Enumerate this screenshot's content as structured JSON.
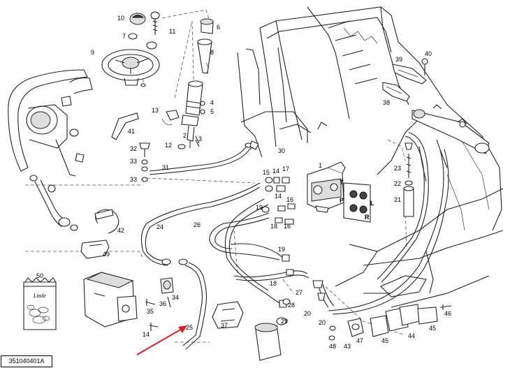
{
  "drawing_number": "351040401A",
  "kit_brand": "Linde",
  "port_letters": [
    "T",
    "P",
    "L",
    "R"
  ],
  "callouts": [
    {
      "id": "c10",
      "text": "10"
    },
    {
      "id": "c7",
      "text": "7"
    },
    {
      "id": "c11",
      "text": "11"
    },
    {
      "id": "c9",
      "text": "9"
    },
    {
      "id": "c6",
      "text": "6"
    },
    {
      "id": "c8",
      "text": "8"
    },
    {
      "id": "c4",
      "text": "4"
    },
    {
      "id": "c5",
      "text": "5"
    },
    {
      "id": "c13",
      "text": "13"
    },
    {
      "id": "c41",
      "text": "41"
    },
    {
      "id": "c2",
      "text": "2"
    },
    {
      "id": "c3",
      "text": "3"
    },
    {
      "id": "c12",
      "text": "12"
    },
    {
      "id": "c32",
      "text": "32"
    },
    {
      "id": "c33a",
      "text": "33"
    },
    {
      "id": "c31",
      "text": "31"
    },
    {
      "id": "c33b",
      "text": "33"
    },
    {
      "id": "c30",
      "text": "30"
    },
    {
      "id": "c1",
      "text": "1"
    },
    {
      "id": "c15",
      "text": "15"
    },
    {
      "id": "c14a",
      "text": "14"
    },
    {
      "id": "c17",
      "text": "17"
    },
    {
      "id": "c14b",
      "text": "14"
    },
    {
      "id": "c16a",
      "text": "16"
    },
    {
      "id": "c19a",
      "text": "19"
    },
    {
      "id": "c18a",
      "text": "18"
    },
    {
      "id": "c16b",
      "text": "16"
    },
    {
      "id": "c39",
      "text": "39"
    },
    {
      "id": "c40",
      "text": "40"
    },
    {
      "id": "c38",
      "text": "38"
    },
    {
      "id": "c23",
      "text": "23"
    },
    {
      "id": "c22",
      "text": "22"
    },
    {
      "id": "c21",
      "text": "21"
    },
    {
      "id": "c42",
      "text": "42"
    },
    {
      "id": "c49",
      "text": "49"
    },
    {
      "id": "c24",
      "text": "24"
    },
    {
      "id": "c26",
      "text": "26"
    },
    {
      "id": "c19b",
      "text": "19"
    },
    {
      "id": "c18b",
      "text": "18"
    },
    {
      "id": "c27",
      "text": "27"
    },
    {
      "id": "c28",
      "text": "28"
    },
    {
      "id": "c20a",
      "text": "20"
    },
    {
      "id": "c20b",
      "text": "20"
    },
    {
      "id": "c50",
      "text": "50"
    },
    {
      "id": "c36",
      "text": "36"
    },
    {
      "id": "c34",
      "text": "34"
    },
    {
      "id": "c35",
      "text": "35"
    },
    {
      "id": "c14c",
      "text": "14"
    },
    {
      "id": "c25",
      "text": "25"
    },
    {
      "id": "c37",
      "text": "37"
    },
    {
      "id": "c29",
      "text": "29"
    },
    {
      "id": "c46",
      "text": "46"
    },
    {
      "id": "c45a",
      "text": "45"
    },
    {
      "id": "c44",
      "text": "44"
    },
    {
      "id": "c45b",
      "text": "45"
    },
    {
      "id": "c47",
      "text": "47"
    },
    {
      "id": "c48",
      "text": "48"
    },
    {
      "id": "c43",
      "text": "43"
    }
  ],
  "colors": {
    "ink": "#222222",
    "arrow": "#d62020",
    "paper": "#ffffff"
  }
}
